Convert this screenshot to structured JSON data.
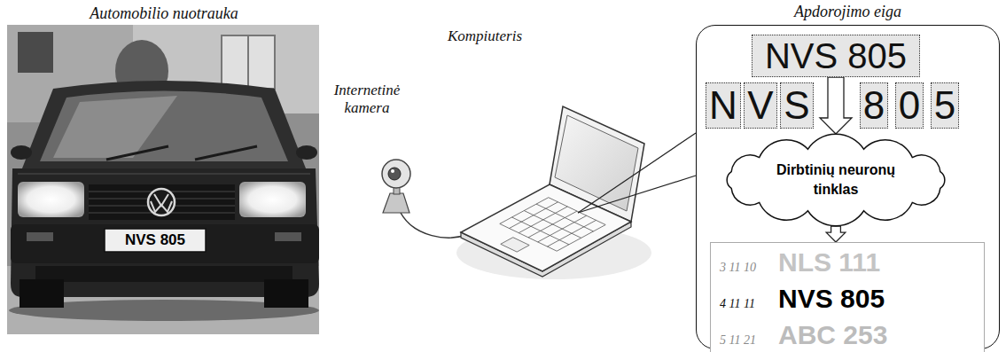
{
  "diagram": {
    "nodes": [
      {
        "text": [
          "Apdorojimo eiga"
        ]
      },
      {
        "text": [
          "NVS 805"
        ],
        "in": 0
      },
      {
        "text": [
          "N"
        ],
        "in": 0
      },
      {
        "text": [
          "V"
        ],
        "in": 0
      },
      {
        "text": [
          "S"
        ],
        "in": 0
      },
      {
        "text": [
          "8"
        ],
        "in": 0
      },
      {
        "text": [
          "0"
        ],
        "in": 0
      },
      {
        "text": [
          "5"
        ],
        "in": 0
      },
      {
        "text": [
          "Dirbtinių neuronų tinklas"
        ],
        "in": 0
      },
      {
        "text": [
          "3 11 10",
          "NLS 111",
          "4 11 11",
          "NVS 805",
          "5 11 21",
          "ABC 253"
        ],
        "in": 0
      }
    ],
    "edges": [
      {
        "from": 1,
        "to": 8,
        "arrow": "to"
      },
      {
        "from": 8,
        "to": 9,
        "arrow": "to"
      }
    ],
    "labels": [
      "Automobilio nuotrauka",
      "NVS 805",
      "Internetinė kamera",
      "Kompiuteris"
    ]
  }
}
